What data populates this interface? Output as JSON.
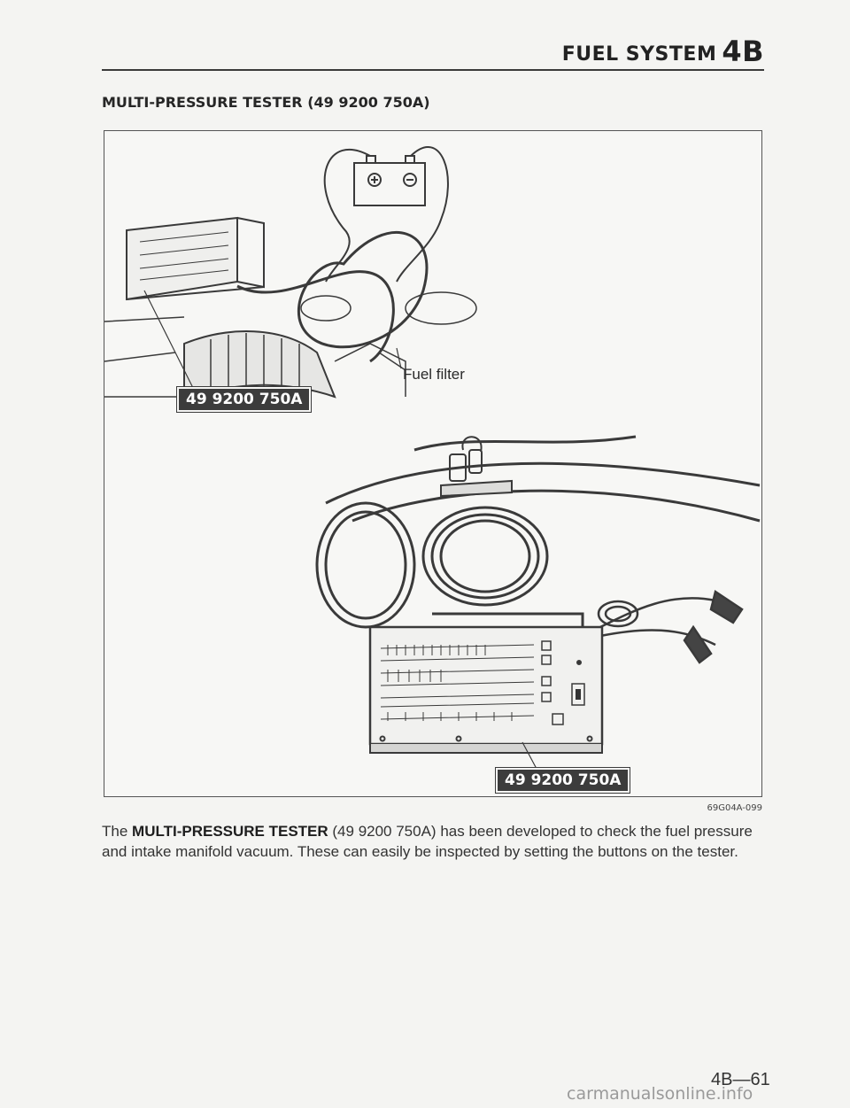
{
  "header": {
    "title": "FUEL SYSTEM",
    "code": "4B"
  },
  "section_title": "MULTI-PRESSURE TESTER (49 9200 750A)",
  "figure": {
    "labels": {
      "top_tool": "49 9200 750A",
      "fuel_filter": "Fuel filter",
      "bottom_tool": "49 9200 750A"
    },
    "code": "69G04A-099"
  },
  "body": {
    "intro": "The ",
    "bold": "MULTI-PRESSURE TESTER",
    "rest": " (49 9200 750A) has been developed to check the fuel pressure and intake manifold vacuum. These can easily be inspected by setting the buttons on the tester."
  },
  "page_number": "4B—61",
  "watermark": "carmanualsonline.info"
}
